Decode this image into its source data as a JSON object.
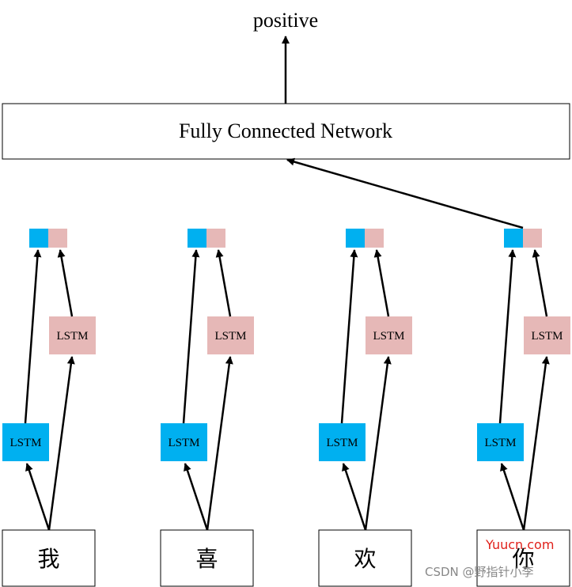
{
  "output_label": "positive",
  "fc_label": "Fully Connected Network",
  "lstm_label": "LSTM",
  "words": [
    "我",
    "喜",
    "欢",
    "你"
  ],
  "watermark": {
    "site": "Yuucn.com",
    "author": "CSDN @野指针小李"
  },
  "colors": {
    "forward_lstm": "#00b0f0",
    "backward_lstm": "#e6b8b7",
    "site_watermark": "#e0201a",
    "author_watermark": "#888888"
  }
}
